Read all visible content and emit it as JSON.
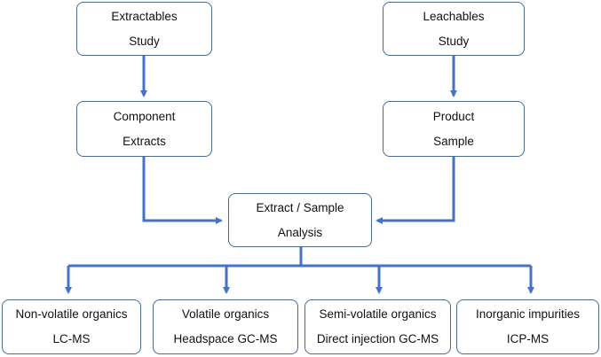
{
  "colors": {
    "arrow": "#4472C4",
    "box_border": "#4a6a8f",
    "text": "#111111"
  },
  "nodes": {
    "extractables_study": {
      "line1": "Extractables",
      "line2": "Study"
    },
    "leachables_study": {
      "line1": "Leachables",
      "line2": "Study"
    },
    "component_extracts": {
      "line1": "Component",
      "line2": "Extracts"
    },
    "product_sample": {
      "line1": "Product",
      "line2": "Sample"
    },
    "extract_sample_analysis": {
      "line1": "Extract / Sample",
      "line2": "Analysis"
    },
    "non_volatile": {
      "line1": "Non-volatile organics",
      "line2": "LC-MS"
    },
    "volatile": {
      "line1": "Volatile organics",
      "line2": "Headspace GC-MS"
    },
    "semi_volatile": {
      "line1": "Semi-volatile organics",
      "line2": "Direct injection GC-MS"
    },
    "inorganic": {
      "line1": "Inorganic impurities",
      "line2": "ICP-MS"
    }
  }
}
